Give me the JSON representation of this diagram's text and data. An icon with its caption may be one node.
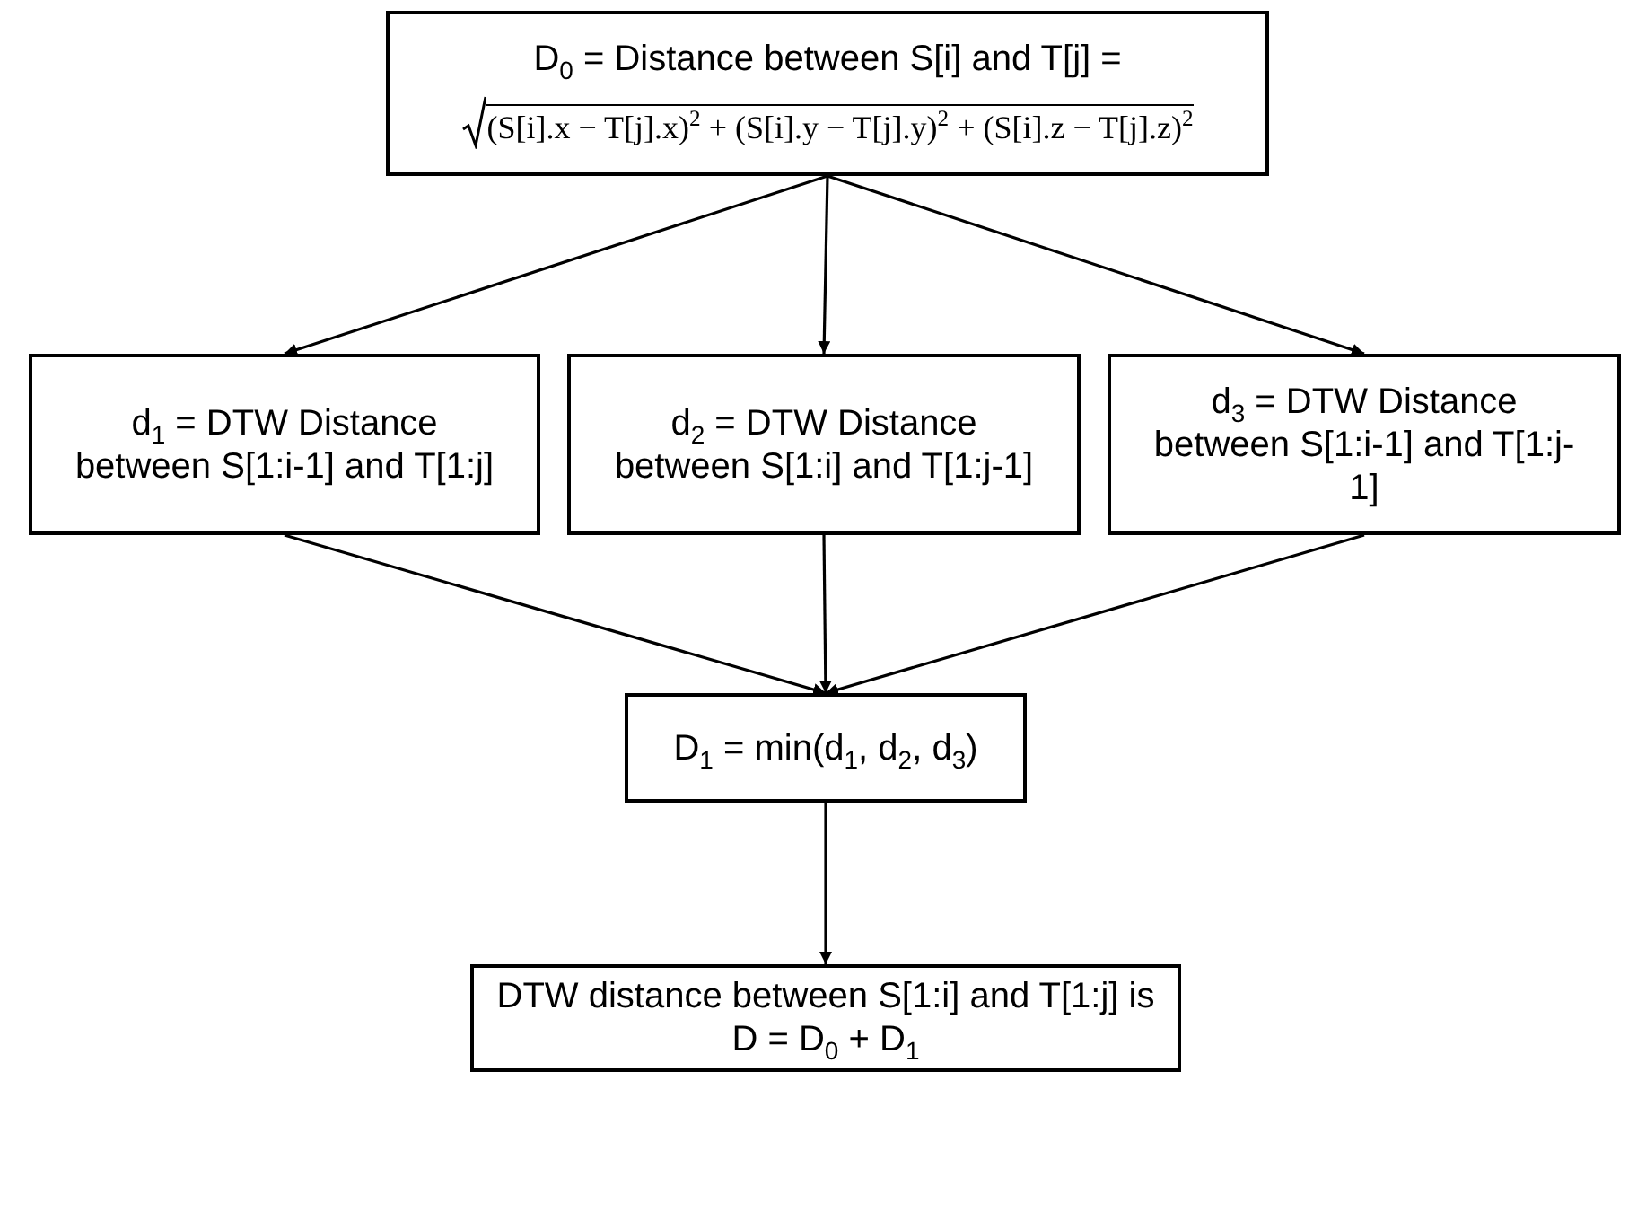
{
  "diagram": {
    "nodes": [
      {
        "text": [
          "D$_{0}$ = Distance between S[i] and T[j] =",
          "(S[i].x − T[j].x)$^{2}$ + (S[i].y − T[j].y)$^{2}$ + (S[i].z − T[j].z)$^{2}$"
        ]
      },
      {
        "text": [
          "d$_{1}$ = DTW Distance between S[1:i-1] and T[1:j]"
        ]
      },
      {
        "text": [
          "d$_{2}$ = DTW Distance between S[1:i] and T[1:j-1]"
        ]
      },
      {
        "text": [
          "d$_{3}$ = DTW Distance between S[1:i-1] and T[1:j-1]"
        ]
      },
      {
        "text": [
          "D$_{1}$ = min(d$_{1}$, d$_{2}$, d$_{3}$)"
        ]
      },
      {
        "text": [
          "DTW distance between S[1:i] and T[1:j] is",
          "D = D$_{0}$ + D$_{1}$"
        ]
      }
    ],
    "edges": [
      {
        "from": 0,
        "to": 1,
        "arrow": "to"
      },
      {
        "from": 0,
        "to": 2,
        "arrow": "to"
      },
      {
        "from": 0,
        "to": 3,
        "arrow": "to"
      },
      {
        "from": 1,
        "to": 4,
        "arrow": "to"
      },
      {
        "from": 2,
        "to": 4,
        "arrow": "to"
      },
      {
        "from": 3,
        "to": 4,
        "arrow": "to"
      },
      {
        "from": 4,
        "to": 5,
        "arrow": "to"
      }
    ]
  }
}
